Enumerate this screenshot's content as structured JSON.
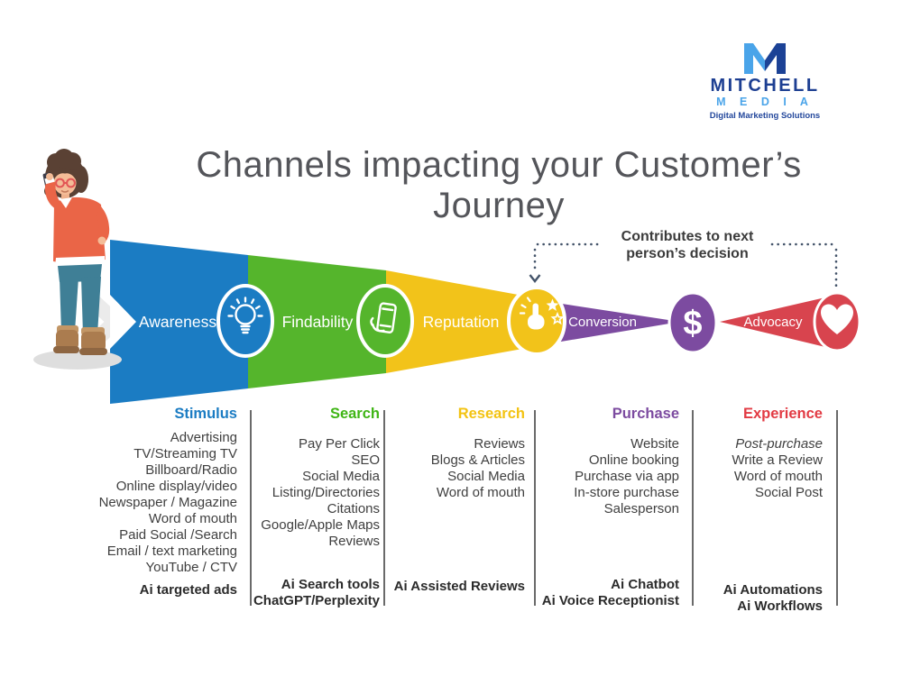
{
  "logo": {
    "name": "MITCHELL",
    "media": "M E D I A",
    "tagline": "Digital Marketing Solutions",
    "colors": {
      "light_blue": "#4aa4e9",
      "dark_blue": "#1c4296"
    }
  },
  "title": "Channels impacting your Customer’s Journey",
  "annotation": {
    "line1": "Contributes to next",
    "line2": "person’s decision"
  },
  "funnel": {
    "dollar": "$",
    "stages": [
      {
        "label": "Awareness",
        "color": "#1b7cc3",
        "icon": "lightbulb-icon"
      },
      {
        "label": "Findability",
        "color": "#55b52c",
        "icon": "phone-hand-icon"
      },
      {
        "label": "Reputation",
        "color": "#f2c31a",
        "icon": "tap-stars-icon"
      },
      {
        "label": "Conversion",
        "color": "#7c4ba0",
        "icon": "dollar-icon"
      },
      {
        "label": "Advocacy",
        "color": "#d8444e",
        "icon": "heart-icon"
      }
    ]
  },
  "columns": [
    {
      "header": "Stimulus",
      "color": "#1b7cc3",
      "items": [
        "Advertising",
        "TV/Streaming TV",
        "Billboard/Radio",
        "Online display/video",
        "Newspaper / Magazine",
        "Word of mouth",
        "Paid Social /Search",
        "Email / text marketing",
        "YouTube / CTV"
      ],
      "ai_items": [
        "Ai targeted ads"
      ]
    },
    {
      "header": "Search",
      "color": "#3fb515",
      "items": [
        "Pay Per Click",
        "SEO",
        "Social Media",
        "Listing/Directories",
        "Citations",
        "Google/Apple Maps",
        "Reviews"
      ],
      "ai_items": [
        "Ai Search tools",
        "ChatGPT/Perplexity"
      ]
    },
    {
      "header": "Research",
      "color": "#f3c312",
      "items": [
        "Reviews",
        "Blogs & Articles",
        "Social Media",
        "Word of mouth"
      ],
      "ai_items": [
        "Ai Assisted Reviews"
      ]
    },
    {
      "header": "Purchase",
      "color": "#7c4ba0",
      "items": [
        "Website",
        "Online booking",
        "Purchase via app",
        "In-store purchase",
        "Salesperson"
      ],
      "ai_items": [
        "Ai Chatbot",
        "Ai Voice Receptionist"
      ]
    },
    {
      "header": "Experience",
      "color": "#e23b44",
      "items": [
        {
          "text": "Post-purchase",
          "italic": true
        },
        "Write a Review",
        "Word of mouth",
        "Social Post"
      ],
      "ai_items": [
        "Ai Automations",
        "Ai Workflows"
      ]
    }
  ]
}
